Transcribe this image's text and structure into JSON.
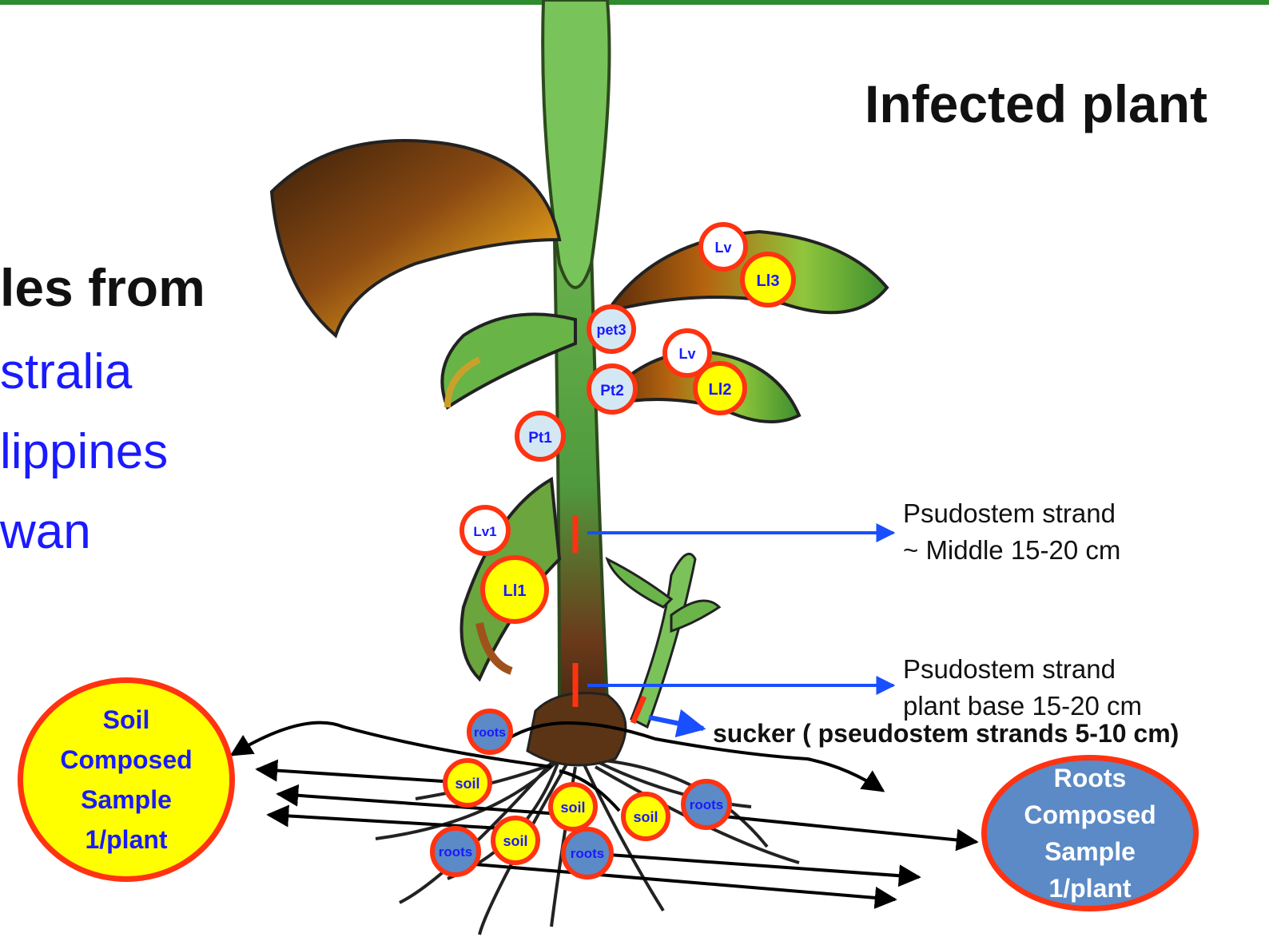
{
  "title": "Infected plant",
  "samples_heading": "les from",
  "countries": [
    "stralia",
    "lippines",
    "wan"
  ],
  "notes": {
    "middle": [
      "Psudostem strand",
      "~ Middle 15-20 cm"
    ],
    "base": [
      "Psudostem strand",
      "plant base 15-20 cm"
    ]
  },
  "sucker_label": "sucker ( pseudostem strands 5-10 cm)",
  "markers": {
    "lv_top": "Lv",
    "ll3": "Ll3",
    "pet3": "pet3",
    "lv_mid": "Lv",
    "pt2": "Pt2",
    "ll2": "Ll2",
    "pt1": "Pt1",
    "lv1": "Lv1",
    "ll1": "Ll1",
    "roots_a": "roots",
    "soil_a": "soil",
    "soil_b": "soil",
    "soil_c": "soil",
    "roots_b": "roots",
    "soil_d": "soil",
    "roots_c": "roots",
    "roots_d": "roots"
  },
  "soil_composed": [
    "Soil",
    "Composed",
    "Sample",
    "1/plant"
  ],
  "roots_composed": [
    "Roots",
    "Composed",
    "Sample",
    "1/plant"
  ],
  "colors": {
    "marker_ring": "#ff3311",
    "marker_yellow": "#ffff00",
    "marker_light": "#d4e8f4",
    "marker_white": "#ffffff",
    "marker_blue": "#5b8ac6",
    "text_blue": "#1a1aff",
    "arrow_blue": "#1a4fff",
    "top_bar": "#2e8b2e"
  }
}
